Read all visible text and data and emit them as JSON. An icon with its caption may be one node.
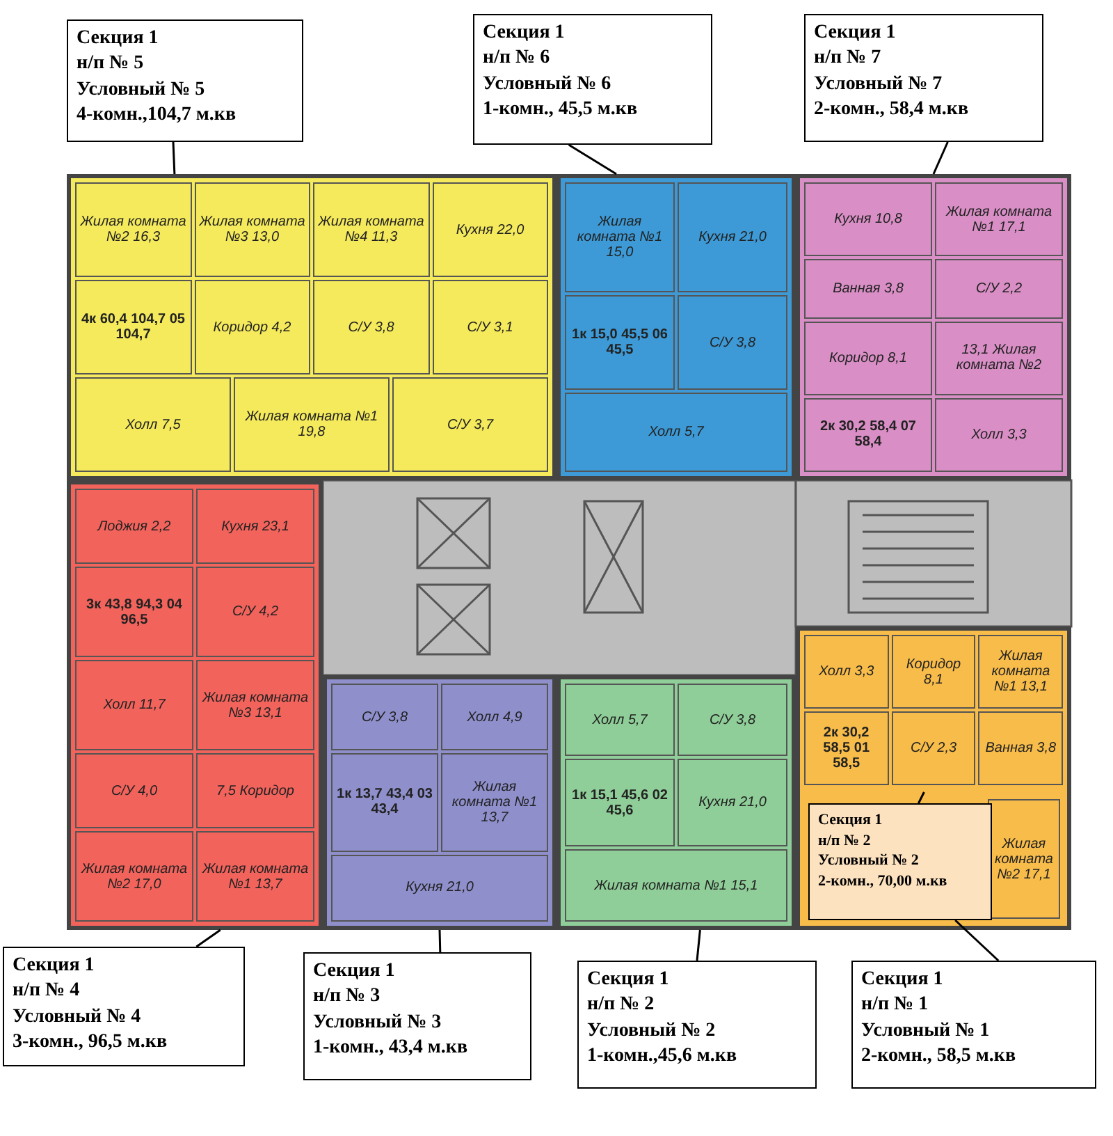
{
  "diagram": {
    "nodes": [
      {
        "text": [
          "Секция 1",
          "н/п № 5",
          "Условный № 5",
          "4-комн.,104,7 м.кв"
        ]
      },
      {
        "text": [
          "Секция 1",
          "н/п № 6",
          "Условный № 6",
          "1-комн., 45,5 м.кв"
        ]
      },
      {
        "text": [
          "Секция 1",
          "н/п № 7",
          "Условный № 7",
          "2-комн., 58,4 м.кв"
        ]
      },
      {
        "text": [
          "Жилая комната №2 16,3",
          "Жилая комната №3 13,0",
          "Жилая комната №4 11,3",
          "Кухня 22,0",
          "4к 60,4 104,7 05 104,7",
          "Коридор 4,2",
          "С/У 3,8",
          "С/У 3,1",
          "Холл 7,5",
          "Жилая комната №1 19,8",
          "С/У 3,7"
        ]
      },
      {
        "text": [
          "Жилая комната №1 15,0",
          "Кухня 21,0",
          "1к 15,0 45,5 06 45,5",
          "С/У 3,8",
          "Холл 5,7"
        ]
      },
      {
        "text": [
          "Кухня 10,8",
          "Жилая комната №1 17,1",
          "Ванная 3,8",
          "С/У 2,2",
          "Коридор 8,1",
          "13,1 Жилая комната №2",
          "2к 30,2 58,4 07 58,4",
          "Холл 3,3"
        ]
      },
      {
        "text": [
          "Лоджия 2,2",
          "Кухня 23,1",
          "3к 43,8 94,3 04 96,5",
          "С/У 4,2",
          "Холл 11,7",
          "Жилая комната №3 13,1",
          "С/У 4,0",
          "7,5 Коридор",
          "Жилая комната №2 17,0",
          "Жилая комната №1 13,7"
        ]
      },
      {
        "text": [
          "С/У 3,8",
          "Холл 4,9",
          "1к 13,7 43,4 03 43,4",
          "Жилая комната №1 13,7",
          "Кухня 21,0"
        ]
      },
      {
        "text": [
          "Холл 5,7",
          "С/У 3,8",
          "1к 15,1 45,6 02 45,6",
          "Кухня 21,0",
          "Жилая комната №1 15,1"
        ]
      },
      {
        "text": [
          "Холл 3,3",
          "Коридор 8,1",
          "Жилая комната №1 13,1",
          "2к 30,2 58,5 01 58,5",
          "С/У 2,3",
          "Ванная 3,8",
          "Жилая комната №2 17,1"
        ]
      },
      {
        "text": [
          "Секция 1",
          "н/п № 2",
          "Условный № 2",
          "2-комн., 70,00 м.кв"
        ],
        "in": 9
      },
      {
        "text": [
          "Секция 1",
          "н/п № 4",
          "Условный № 4",
          "3-комн., 96,5 м.кв"
        ]
      },
      {
        "text": [
          "Секция 1",
          "н/п № 3",
          "Условный № 3",
          "1-комн., 43,4 м.кв"
        ]
      },
      {
        "text": [
          "Секция 1",
          "н/п № 2",
          "Условный № 2",
          "1-комн.,45,6 м.кв"
        ]
      },
      {
        "text": [
          "Секция 1",
          "н/п № 1",
          "Условный № 1",
          "2-комн., 58,5 м.кв"
        ]
      }
    ],
    "edges": [
      {
        "from": 0,
        "to": 3,
        "arrow": "none"
      },
      {
        "from": 1,
        "to": 4,
        "arrow": "none"
      },
      {
        "from": 2,
        "to": 5,
        "arrow": "none"
      },
      {
        "from": 10,
        "to": null,
        "arrow": "none"
      },
      {
        "from": 11,
        "to": 6,
        "arrow": "none"
      },
      {
        "from": 12,
        "to": 7,
        "arrow": "none"
      },
      {
        "from": 13,
        "to": 8,
        "arrow": "none"
      },
      {
        "from": 14,
        "to": 10,
        "arrow": "none"
      }
    ]
  }
}
